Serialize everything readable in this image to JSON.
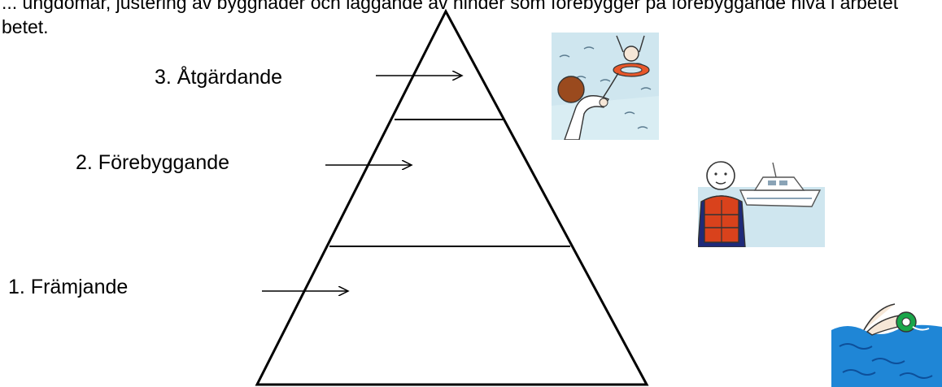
{
  "intro": {
    "line1": "... ungdomar, justering av byggnader och läggande av hinder som förebygger på förebyggande nivå i arbetet",
    "line2": "betet."
  },
  "levels": [
    {
      "label": "3. Åtgärdande"
    },
    {
      "label": "2. Förebyggande"
    },
    {
      "label": "1. Främjande"
    }
  ],
  "colors": {
    "line": "#000000",
    "water": "#cfe6ef",
    "water_deep": "#1f86d6",
    "lifevest": "#d9421c",
    "ring": "#e8572a",
    "skin": "#f6e7d7",
    "hair": "#9a4a1e"
  },
  "icons": {
    "level3": "lifebuoy-rescue-icon",
    "level2": "lifevest-boat-icon",
    "level1": "swimmer-icon"
  }
}
